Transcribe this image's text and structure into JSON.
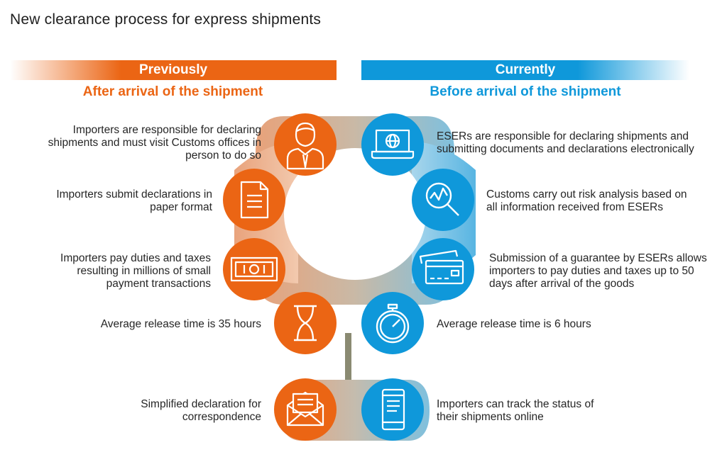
{
  "title": "New clearance process for express shipments",
  "left": {
    "band_label": "Previously",
    "subheading": "After arrival of the shipment",
    "items": [
      {
        "icon": "person-icon",
        "text": "Importers are responsible for declaring shipments and must visit Customs offices in person to do so"
      },
      {
        "icon": "paper-document-icon",
        "text": "Importers submit declarations in paper format"
      },
      {
        "icon": "banknote-icon",
        "text": "Importers pay duties and taxes resulting in millions of small payment transactions"
      },
      {
        "icon": "hourglass-icon",
        "text": "Average release time is 35 hours"
      },
      {
        "icon": "envelope-letter-icon",
        "text": "Simplified declaration for correspondence"
      }
    ]
  },
  "right": {
    "band_label": "Currently",
    "subheading": "Before arrival of the shipment",
    "items": [
      {
        "icon": "laptop-globe-icon",
        "text": "ESERs are responsible for declaring shipments and submitting documents and declarations electronically"
      },
      {
        "icon": "magnifier-chart-icon",
        "text": "Customs carry out risk analysis based on all information received from ESERs"
      },
      {
        "icon": "credit-cards-icon",
        "text": "Submission of a guarantee by ESERs allows importers to pay duties and taxes up to 50  days after arrival of the goods"
      },
      {
        "icon": "stopwatch-icon",
        "text": "Average release time is 6 hours"
      },
      {
        "icon": "smartphone-icon",
        "text": "Importers can track the status of their shipments online"
      }
    ]
  },
  "colors": {
    "orange": "#eb6514",
    "blue": "#0f98da",
    "connector": "#8a8a72"
  }
}
